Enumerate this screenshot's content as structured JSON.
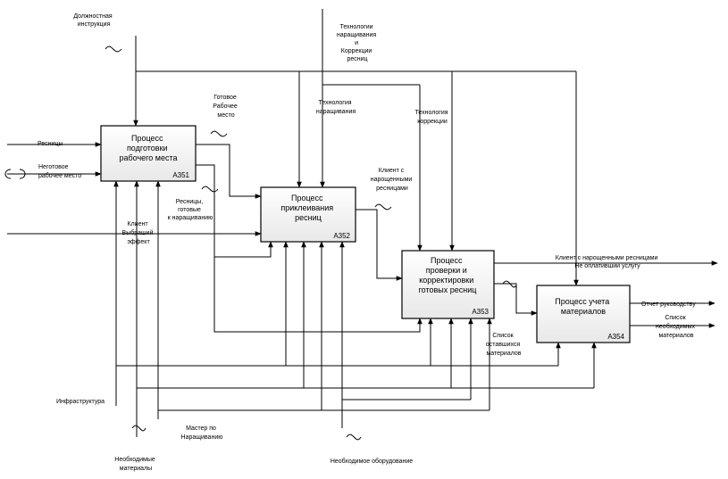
{
  "boxes": [
    {
      "id": "a351",
      "title": [
        "Процесс",
        "подготовки",
        "рабочего места"
      ],
      "num": "А351"
    },
    {
      "id": "a352",
      "title": [
        "Процесс",
        "приклеивания",
        "ресниц"
      ],
      "num": "А352"
    },
    {
      "id": "a353",
      "title": [
        "Процесс",
        "проверки и",
        "корректировки",
        "готовых ресниц"
      ],
      "num": "А353"
    },
    {
      "id": "a354",
      "title": [
        "Процесс учета",
        "материалов"
      ],
      "num": "А354"
    }
  ],
  "labels": {
    "job_instruction": [
      "Должностная",
      "инструкция"
    ],
    "technologies": [
      "Технологии",
      "наращивания",
      "и",
      "Коррекции",
      "ресниц"
    ],
    "ready_workplace": [
      "Готовое",
      "Рабочее",
      "место"
    ],
    "tech_extension": [
      "Технология",
      "наращивания"
    ],
    "tech_correction": [
      "Технология",
      "коррекции"
    ],
    "eyelashes": [
      "Ресницы"
    ],
    "unready_workplace": [
      "Неготовое",
      "рабочее место"
    ],
    "ready_lashes": [
      "Ресницы,",
      "готовые",
      "к наращиванию"
    ],
    "client_effect": [
      "Клиент",
      "Выбраший",
      "эффект"
    ],
    "client_extended": [
      "Клиент с",
      "нарощенными",
      "ресницами"
    ],
    "client_paid": [
      "Клиент с нарощенными ресницами",
      "Не оплативший услугу"
    ],
    "report": [
      "Отчет руководству"
    ],
    "needed_list": [
      "Список",
      "необходимых",
      "материалов"
    ],
    "remaining_list": [
      "Список",
      "оставшихся",
      "материалов"
    ],
    "infrastructure": [
      "Инфраструктура"
    ],
    "master": [
      "Мастер по",
      "Наращиванию"
    ],
    "materials": [
      "Необходимые",
      "материалы"
    ],
    "equipment": [
      "Необходимое оборудование"
    ]
  }
}
